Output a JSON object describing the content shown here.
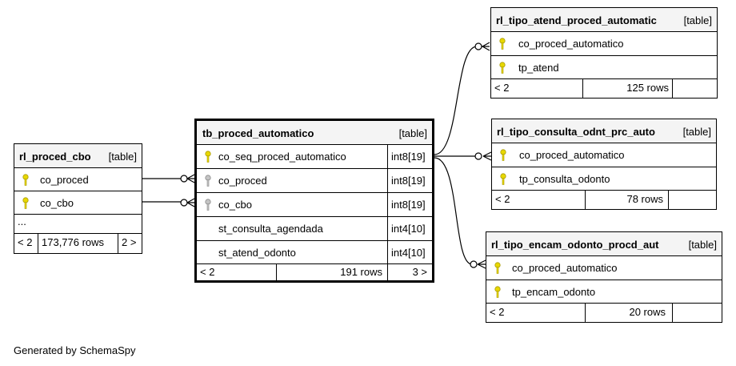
{
  "tables": {
    "rl_proced_cbo": {
      "name": "rl_proced_cbo",
      "tag": "[table]",
      "columns": [
        {
          "name": "co_proced",
          "key": "primary"
        },
        {
          "name": "co_cbo",
          "key": "primary"
        }
      ],
      "ellipsis": "...",
      "footer": {
        "parents": "< 2",
        "rows": "173,776 rows",
        "children": "2 >"
      }
    },
    "tb_proced_automatico": {
      "name": "tb_proced_automatico",
      "tag": "[table]",
      "columns": [
        {
          "name": "co_seq_proced_automatico",
          "type": "int8[19]",
          "key": "primary"
        },
        {
          "name": "co_proced",
          "type": "int8[19]",
          "key": "foreign"
        },
        {
          "name": "co_cbo",
          "type": "int8[19]",
          "key": "foreign"
        },
        {
          "name": "st_consulta_agendada",
          "type": "int4[10]",
          "key": "none"
        },
        {
          "name": "st_atend_odonto",
          "type": "int4[10]",
          "key": "none"
        }
      ],
      "footer": {
        "parents": "< 2",
        "rows": "191 rows",
        "children": "3 >"
      }
    },
    "rl_tipo_atend_proced_automatic": {
      "name": "rl_tipo_atend_proced_automatic",
      "tag": "[table]",
      "columns": [
        {
          "name": "co_proced_automatico",
          "key": "primary"
        },
        {
          "name": "tp_atend",
          "key": "primary"
        }
      ],
      "footer": {
        "parents": "< 2",
        "rows": "125 rows",
        "children": ""
      }
    },
    "rl_tipo_consulta_odnt_prc_auto": {
      "name": "rl_tipo_consulta_odnt_prc_auto",
      "tag": "[table]",
      "columns": [
        {
          "name": "co_proced_automatico",
          "key": "primary"
        },
        {
          "name": "tp_consulta_odonto",
          "key": "primary"
        }
      ],
      "footer": {
        "parents": "< 2",
        "rows": "78 rows",
        "children": ""
      }
    },
    "rl_tipo_encam_odonto_procd_aut": {
      "name": "rl_tipo_encam_odonto_procd_aut",
      "tag": "[table]",
      "columns": [
        {
          "name": "co_proced_automatico",
          "key": "primary"
        },
        {
          "name": "tp_encam_odonto",
          "key": "primary"
        }
      ],
      "footer": {
        "parents": "< 2",
        "rows": "20 rows",
        "children": ""
      }
    }
  },
  "key_colors": {
    "primary": "#e8d800",
    "foreign": "#b0b0b0"
  },
  "generated_by": "Generated by SchemaSpy"
}
